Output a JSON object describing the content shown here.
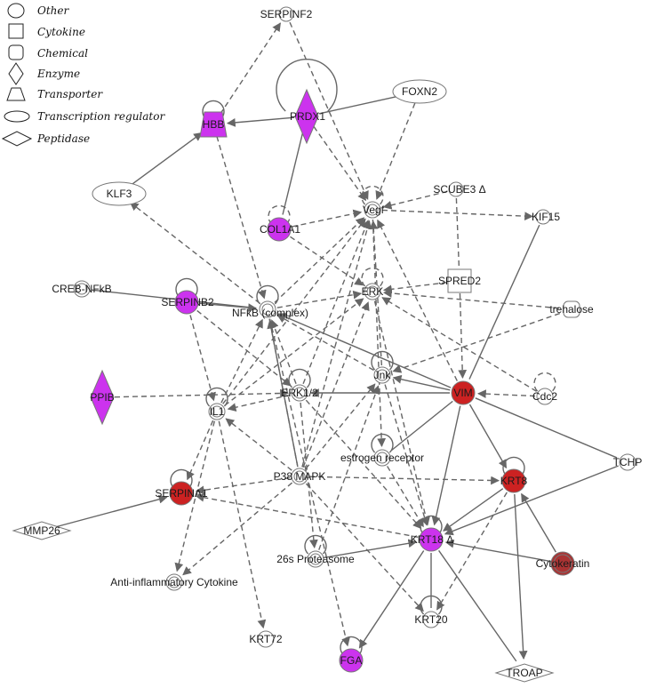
{
  "legend": [
    {
      "label": "Other",
      "shape": "circle"
    },
    {
      "label": "Cytokine",
      "shape": "square"
    },
    {
      "label": "Chemical",
      "shape": "rounded-square"
    },
    {
      "label": "Enzyme",
      "shape": "diamond"
    },
    {
      "label": "Transporter",
      "shape": "trapezoid"
    },
    {
      "label": "Transcription regulator",
      "shape": "ellipse"
    },
    {
      "label": "Peptidase",
      "shape": "flat-diamond"
    }
  ],
  "colors": {
    "magenta": "#cc33ee",
    "red": "#cc2222",
    "darkred": "#aa3333",
    "white": "#ffffff",
    "edge": "#666666"
  },
  "nodes": {
    "SERPINF2": {
      "label": "SERPINF2",
      "shape": "circle",
      "fill": "white"
    },
    "FOXN2": {
      "label": "FOXN2",
      "shape": "ellipse",
      "fill": "white"
    },
    "HBB": {
      "label": "HBB",
      "shape": "trapezoid",
      "fill": "magenta"
    },
    "PRDX1": {
      "label": "PRDX1",
      "shape": "diamond",
      "fill": "magenta"
    },
    "KLF3": {
      "label": "KLF3",
      "shape": "ellipse",
      "fill": "white"
    },
    "Vegf": {
      "label": "Vegf",
      "shape": "double-circle",
      "fill": "white"
    },
    "SCUBE3": {
      "label": "SCUBE3 Δ",
      "shape": "circle",
      "fill": "white"
    },
    "KIF15": {
      "label": "KIF15",
      "shape": "circle",
      "fill": "white"
    },
    "COL1A1": {
      "label": "COL1A1",
      "shape": "circle",
      "fill": "magenta"
    },
    "SPRED2": {
      "label": "SPRED2",
      "shape": "square",
      "fill": "white"
    },
    "CREB": {
      "label": "CREB-NFkB",
      "shape": "double-circle",
      "fill": "white"
    },
    "SERPINB2": {
      "label": "SERPINB2",
      "shape": "circle",
      "fill": "magenta"
    },
    "NFkB": {
      "label": "NFkB (complex)",
      "shape": "double-circle",
      "fill": "white"
    },
    "ERK": {
      "label": "ERK",
      "shape": "double-circle",
      "fill": "white"
    },
    "trehalose": {
      "label": "trehalose",
      "shape": "rounded-square",
      "fill": "white"
    },
    "PPIB": {
      "label": "PPIB",
      "shape": "diamond",
      "fill": "magenta"
    },
    "IL1": {
      "label": "IL1",
      "shape": "double-circle",
      "fill": "white"
    },
    "ERK12": {
      "label": "ERK1/2",
      "shape": "double-circle",
      "fill": "white"
    },
    "Jnk": {
      "label": "Jnk",
      "shape": "double-circle",
      "fill": "white"
    },
    "VIM": {
      "label": "VIM",
      "shape": "circle",
      "fill": "red"
    },
    "Cdc2": {
      "label": "Cdc2",
      "shape": "circle",
      "fill": "white"
    },
    "estrogen": {
      "label": "estrogen receptor",
      "shape": "double-circle",
      "fill": "white"
    },
    "TCHP": {
      "label": "TCHP",
      "shape": "circle",
      "fill": "white"
    },
    "P38": {
      "label": "P38 MAPK",
      "shape": "double-circle",
      "fill": "white"
    },
    "KRT8": {
      "label": "KRT8",
      "shape": "circle",
      "fill": "red"
    },
    "SERPINA1": {
      "label": "SERPINA1",
      "shape": "circle",
      "fill": "red"
    },
    "MMP26": {
      "label": "MMP26",
      "shape": "flat-diamond",
      "fill": "white"
    },
    "KRT18": {
      "label": "KRT18 Δ",
      "shape": "circle",
      "fill": "magenta"
    },
    "Cytokeratin": {
      "label": "Cytokeratin",
      "shape": "double-circle",
      "fill": "darkred"
    },
    "Proteasome": {
      "label": "26s Proteasome",
      "shape": "double-circle",
      "fill": "white"
    },
    "AntiInf": {
      "label": "Anti-inflammatory Cytokine",
      "shape": "double-circle",
      "fill": "white"
    },
    "KRT20": {
      "label": "KRT20",
      "shape": "circle",
      "fill": "white"
    },
    "KRT72": {
      "label": "KRT72",
      "shape": "circle",
      "fill": "white"
    },
    "FGA": {
      "label": "FGA",
      "shape": "circle",
      "fill": "magenta"
    },
    "TROAP": {
      "label": "TROAP",
      "shape": "flat-diamond",
      "fill": "white"
    }
  }
}
